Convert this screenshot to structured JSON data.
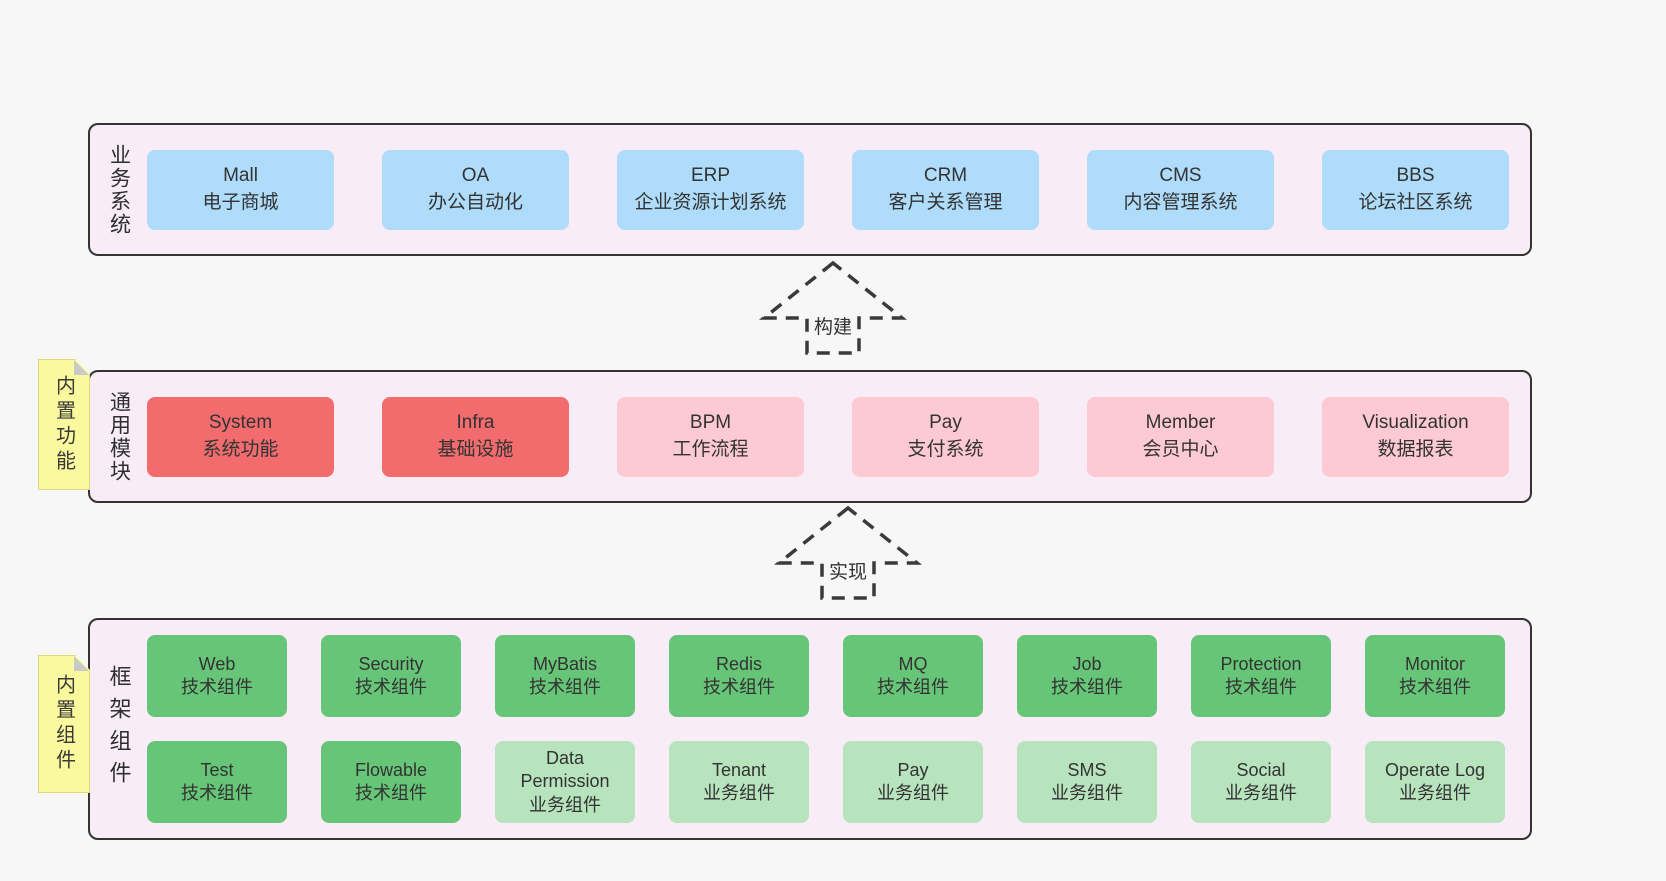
{
  "colors": {
    "page_bg": "#f7f7f7",
    "band_bg": "#f8edf7",
    "band_border": "#333333",
    "blue": "#aedcfa",
    "red": "#f26c6e",
    "pink": "#fdc9d3",
    "green": "#67c577",
    "light_green": "#b7e3bd",
    "sticky_yellow": "#fbf99d",
    "sticky_fold": "#c9c9c9",
    "text": "#333333"
  },
  "arrows": [
    {
      "label": "构建"
    },
    {
      "label": "实现"
    }
  ],
  "bands": [
    {
      "label": "业务系统",
      "boxes": [
        {
          "title": "Mall",
          "subtitle": "电子商城",
          "color": "blue"
        },
        {
          "title": "OA",
          "subtitle": "办公自动化",
          "color": "blue"
        },
        {
          "title": "ERP",
          "subtitle": "企业资源计划系统",
          "color": "blue"
        },
        {
          "title": "CRM",
          "subtitle": "客户关系管理",
          "color": "blue"
        },
        {
          "title": "CMS",
          "subtitle": "内容管理系统",
          "color": "blue"
        },
        {
          "title": "BBS",
          "subtitle": "论坛社区系统",
          "color": "blue"
        }
      ]
    },
    {
      "label": "通用模块",
      "sticky": "内置功能",
      "boxes": [
        {
          "title": "System",
          "subtitle": "系统功能",
          "color": "red"
        },
        {
          "title": "Infra",
          "subtitle": "基础设施",
          "color": "red"
        },
        {
          "title": "BPM",
          "subtitle": "工作流程",
          "color": "pink"
        },
        {
          "title": "Pay",
          "subtitle": "支付系统",
          "color": "pink"
        },
        {
          "title": "Member",
          "subtitle": "会员中心",
          "color": "pink"
        },
        {
          "title": "Visualization",
          "subtitle": "数据报表",
          "color": "pink"
        }
      ]
    },
    {
      "label": "框架组件",
      "sticky": "内置组件",
      "rows": [
        [
          {
            "title": "Web",
            "subtitle": "技术组件",
            "color": "green"
          },
          {
            "title": "Security",
            "subtitle": "技术组件",
            "color": "green"
          },
          {
            "title": "MyBatis",
            "subtitle": "技术组件",
            "color": "green"
          },
          {
            "title": "Redis",
            "subtitle": "技术组件",
            "color": "green"
          },
          {
            "title": "MQ",
            "subtitle": "技术组件",
            "color": "green"
          },
          {
            "title": "Job",
            "subtitle": "技术组件",
            "color": "green"
          },
          {
            "title": "Protection",
            "subtitle": "技术组件",
            "color": "green"
          },
          {
            "title": "Monitor",
            "subtitle": "技术组件",
            "color": "green"
          }
        ],
        [
          {
            "title": "Test",
            "subtitle": "技术组件",
            "color": "green"
          },
          {
            "title": "Flowable",
            "subtitle": "技术组件",
            "color": "green"
          },
          {
            "title": "Data Permission",
            "subtitle": "业务组件",
            "color": "light_green"
          },
          {
            "title": "Tenant",
            "subtitle": "业务组件",
            "color": "light_green"
          },
          {
            "title": "Pay",
            "subtitle": "业务组件",
            "color": "light_green"
          },
          {
            "title": "SMS",
            "subtitle": "业务组件",
            "color": "light_green"
          },
          {
            "title": "Social",
            "subtitle": "业务组件",
            "color": "light_green"
          },
          {
            "title": "Operate Log",
            "subtitle": "业务组件",
            "color": "light_green"
          }
        ]
      ]
    }
  ]
}
